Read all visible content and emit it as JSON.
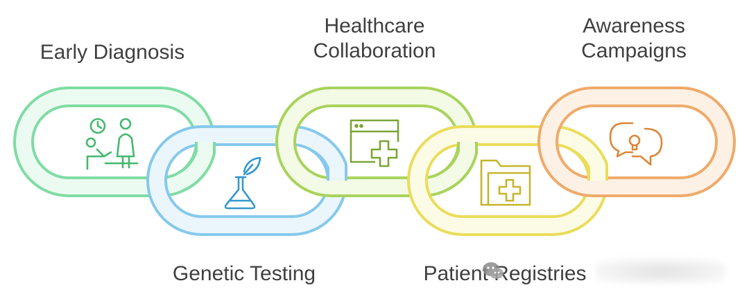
{
  "links": [
    {
      "id": "early",
      "label": "Early Diagnosis",
      "icon": "doctor-patient-icon",
      "stroke": "#7fdca3",
      "fill": "#ecfbf1",
      "icon_color": "#43b86d"
    },
    {
      "id": "genetic",
      "label": "Genetic Testing",
      "icon": "flask-leaf-icon",
      "stroke": "#86c9ec",
      "fill": "#eaf6fc",
      "icon_color": "#3597cf"
    },
    {
      "id": "health",
      "label": "Healthcare Collaboration",
      "label_lines": [
        "Healthcare",
        "Collaboration"
      ],
      "icon": "browser-medical-icon",
      "stroke": "#a9d35c",
      "fill": "#f3fae6",
      "icon_color": "#7aa535"
    },
    {
      "id": "patient",
      "label": "Patient Registries",
      "icon": "medical-folder-icon",
      "stroke": "#eadd5a",
      "fill": "#fcfbe5",
      "icon_color": "#c5b52a"
    },
    {
      "id": "awareness",
      "label": "Awareness Campaigns",
      "label_lines": [
        "Awareness",
        "Campaigns"
      ],
      "icon": "chat-lightbulb-icon",
      "stroke": "#efaa6a",
      "fill": "#fdf1e5",
      "icon_color": "#dc8637"
    }
  ]
}
